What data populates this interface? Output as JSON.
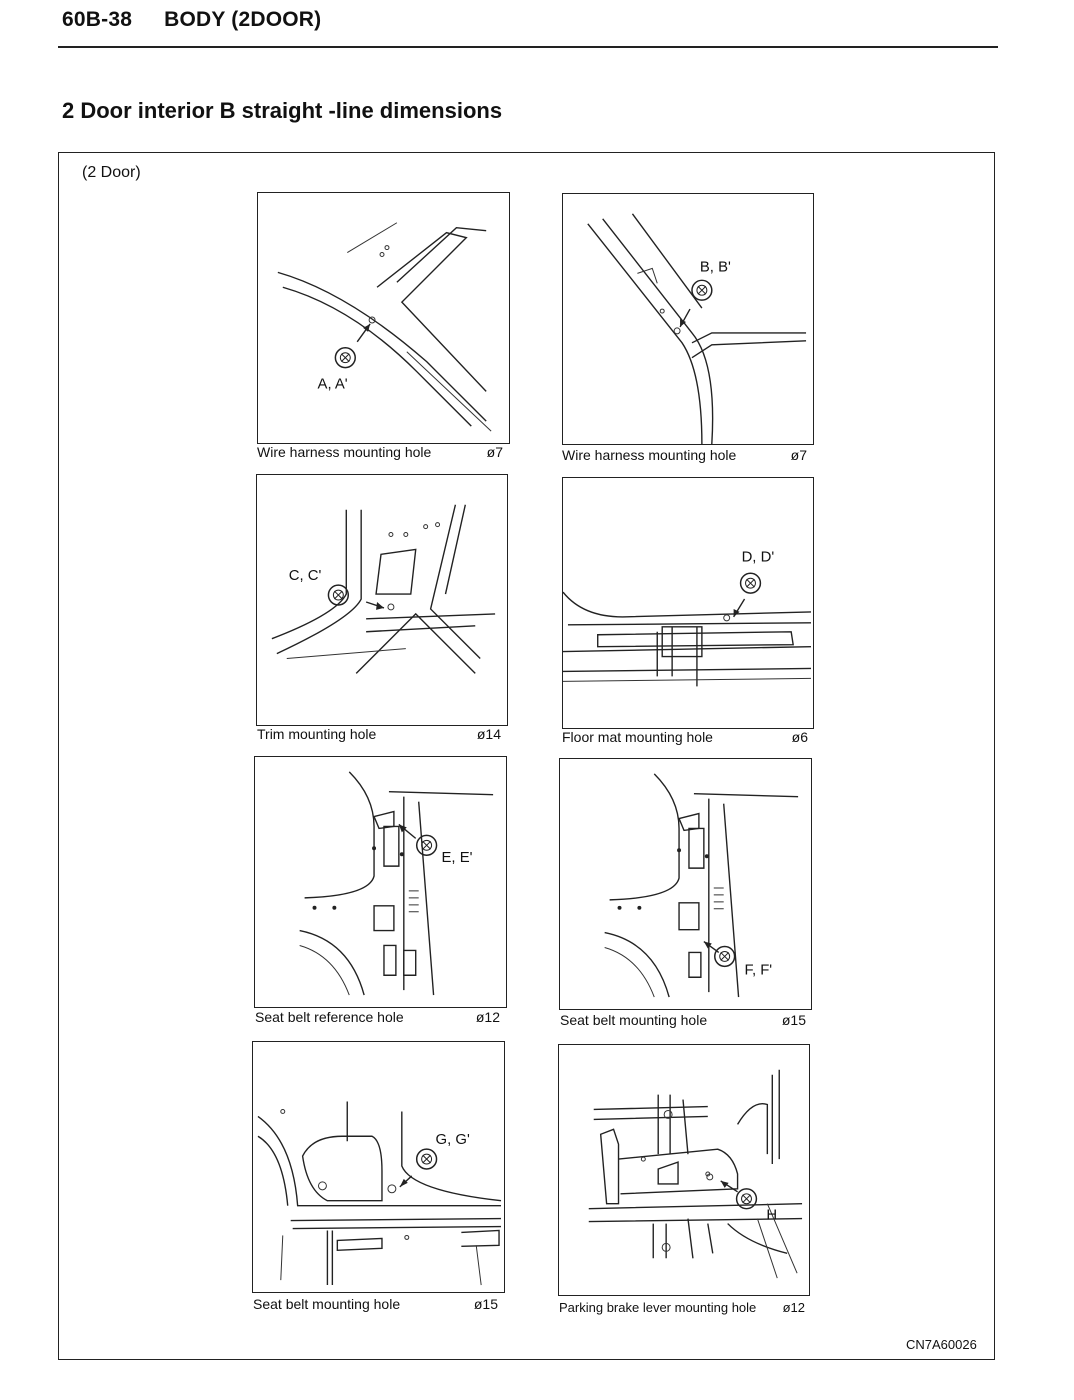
{
  "header": {
    "code": "60B-38",
    "title": "BODY (2DOOR)"
  },
  "section_title": "2 Door interior B straight -line dimensions",
  "subtitle": "(2 Door)",
  "figures": [
    {
      "label": "A, A'",
      "caption": "Wire harness mounting hole",
      "size": "ø7"
    },
    {
      "label": "B, B'",
      "caption": "Wire harness mounting hole",
      "size": "ø7"
    },
    {
      "label": "C, C'",
      "caption": "Trim mounting hole",
      "size": "ø14"
    },
    {
      "label": "D, D'",
      "caption": "Floor mat mounting hole",
      "size": "ø6"
    },
    {
      "label": "E, E'",
      "caption": "Seat belt reference hole",
      "size": "ø12"
    },
    {
      "label": "F, F'",
      "caption": "Seat belt mounting hole",
      "size": "ø15"
    },
    {
      "label": "G, G'",
      "caption": "Seat belt mounting hole",
      "size": "ø15"
    },
    {
      "label": "H",
      "caption": "Parking brake lever mounting hole",
      "size": "ø12"
    }
  ],
  "figure_code": "CN7A60026",
  "icons": {
    "hole_marker": "hole-marker-icon",
    "arrow": "pointer-arrow-icon"
  }
}
